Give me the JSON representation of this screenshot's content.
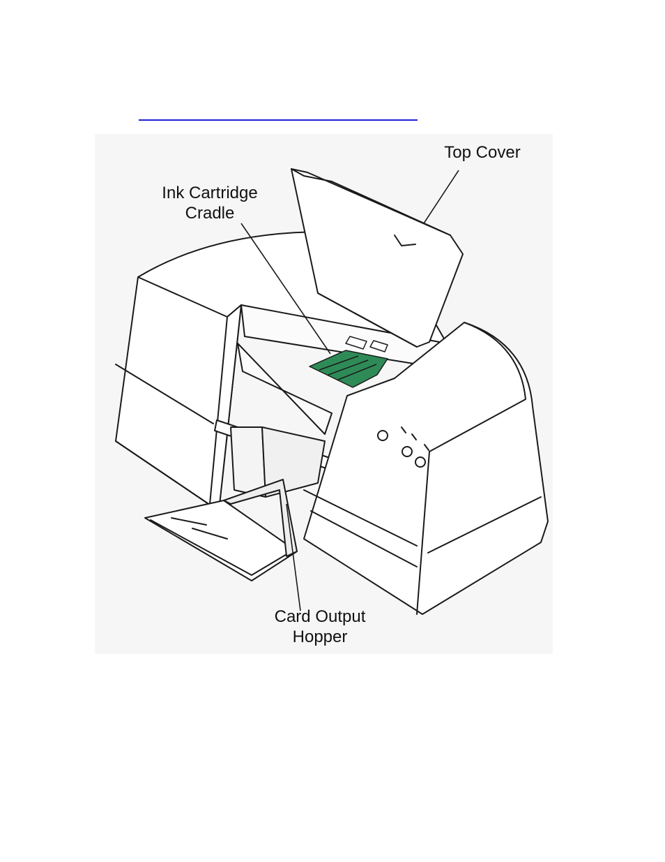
{
  "figure": {
    "colors": {
      "background": "#f6f6f6",
      "line": "#1a1a1a",
      "body_fill": "#ffffff",
      "cradle_fill": "#2e8b57",
      "link_rule": "#1f1fd8"
    },
    "labels": {
      "top_cover": "Top Cover",
      "ink_cartridge_cradle": [
        "Ink Cartridge",
        "Cradle"
      ],
      "card_output_hopper": [
        "Card Output",
        "Hopper"
      ]
    }
  }
}
